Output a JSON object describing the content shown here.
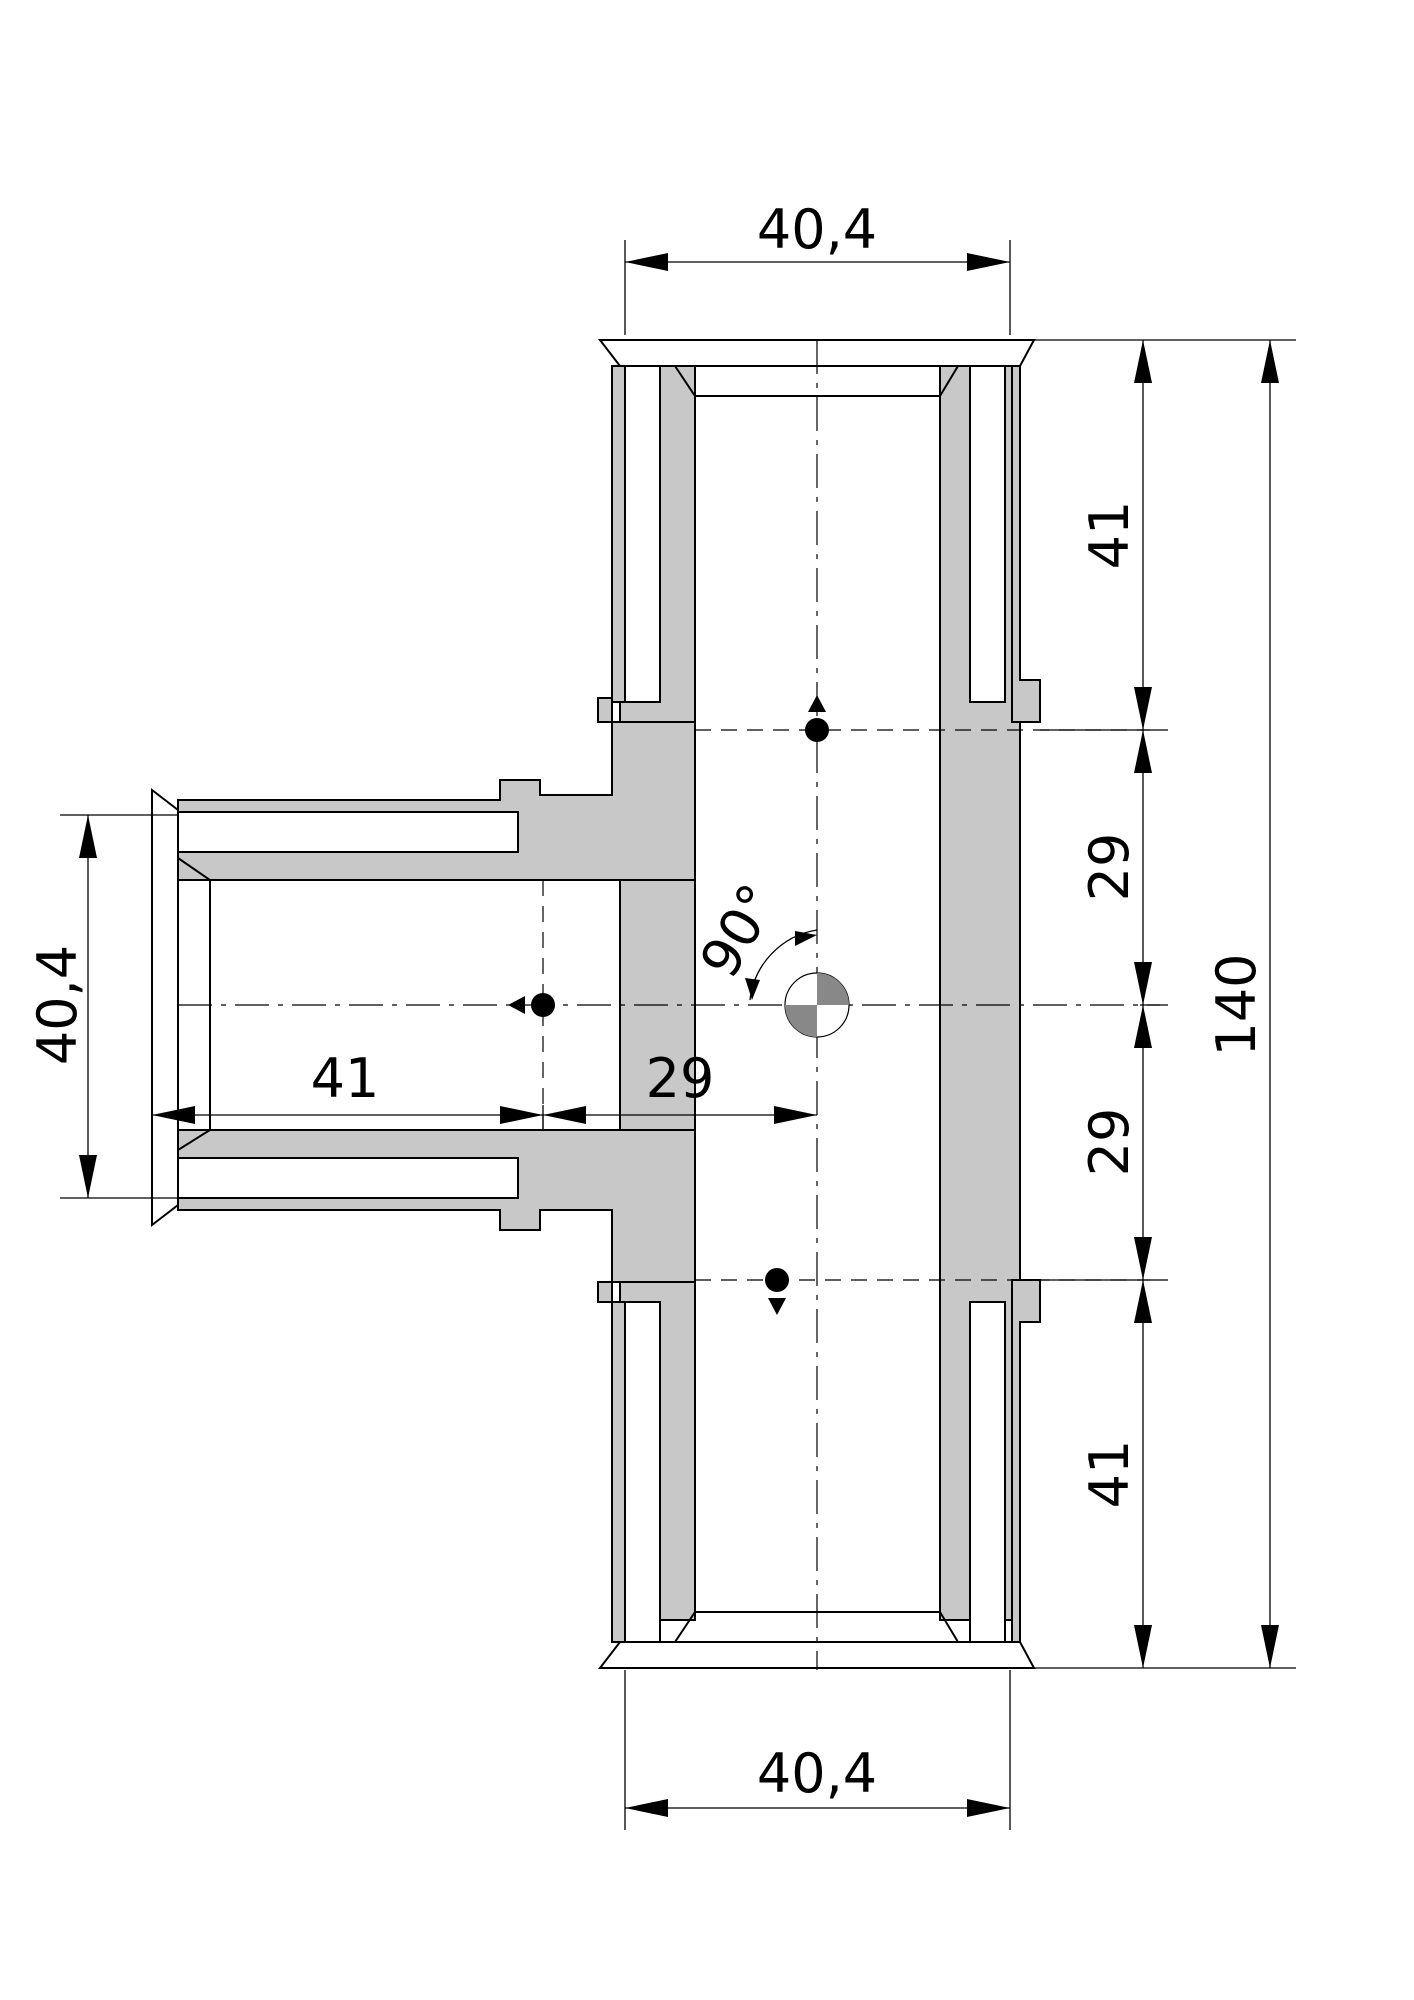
{
  "drawing": {
    "dimensions": {
      "top_width": "40,4",
      "bottom_width": "40,4",
      "branch_width": "40,4",
      "upper_socket": "41",
      "upper_offset": "29",
      "lower_offset": "29",
      "lower_socket": "41",
      "overall_length": "140",
      "branch_socket": "41",
      "branch_offset": "29",
      "angle": "90°"
    },
    "colors": {
      "section_fill": "#c8c8c8",
      "line": "#000000"
    }
  }
}
